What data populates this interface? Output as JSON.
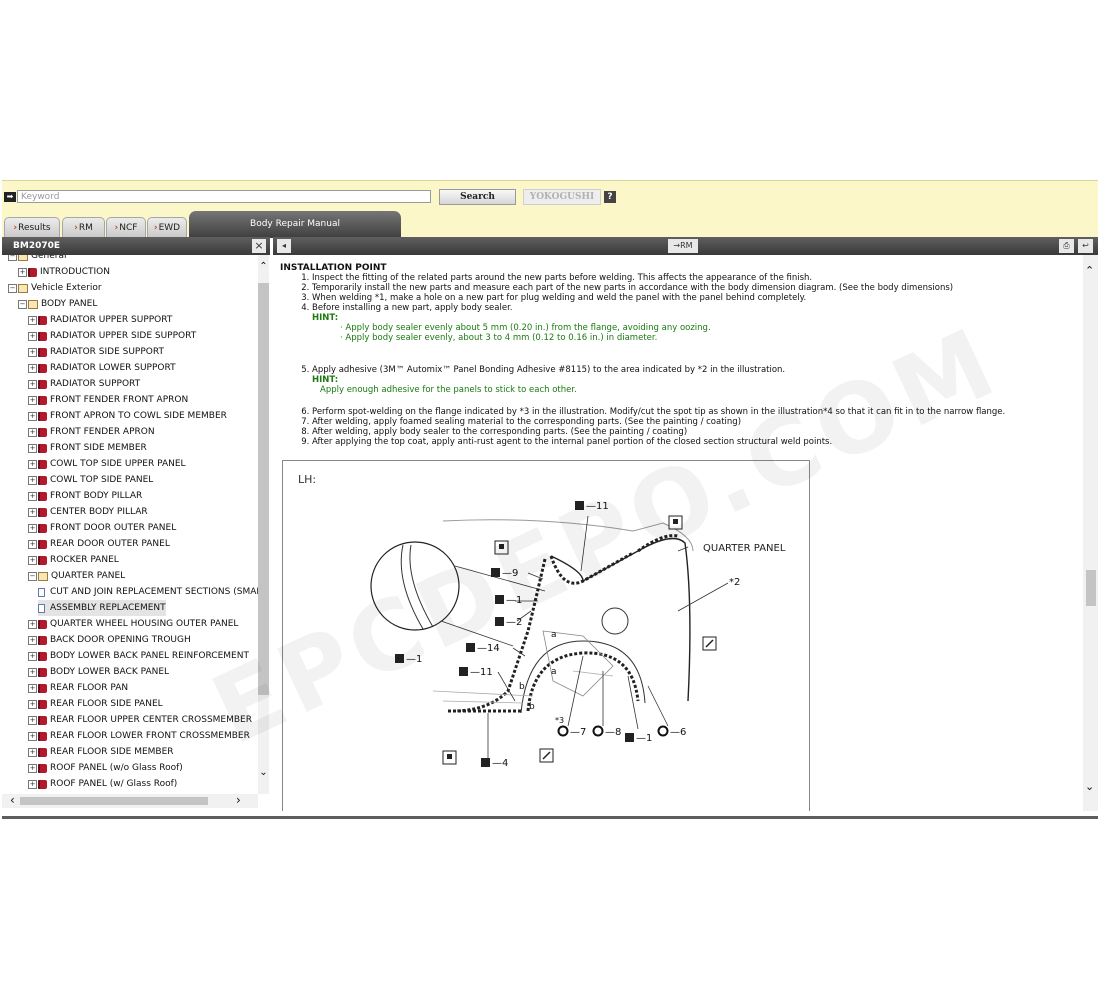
{
  "search": {
    "placeholder": "Keyword",
    "search_label": "Search",
    "yokogushi_label": "YOKOGUSHI",
    "help_label": "?"
  },
  "tabs": [
    {
      "label": "Results"
    },
    {
      "label": "RM"
    },
    {
      "label": "NCF"
    },
    {
      "label": "EWD"
    }
  ],
  "active_tab": "Body Repair Manual",
  "left_panel": {
    "doc_id": "BM2070E",
    "tree": [
      {
        "label": "General",
        "level": 0,
        "toggle": "−",
        "icon": "open-book"
      },
      {
        "label": "INTRODUCTION",
        "level": 1,
        "toggle": "+",
        "icon": "book"
      },
      {
        "label": "Vehicle Exterior",
        "level": 0,
        "toggle": "−",
        "icon": "open-book"
      },
      {
        "label": "BODY PANEL",
        "level": 1,
        "toggle": "−",
        "icon": "open-book"
      },
      {
        "label": "RADIATOR UPPER SUPPORT",
        "level": 2,
        "toggle": "+",
        "icon": "book"
      },
      {
        "label": "RADIATOR UPPER SIDE SUPPORT",
        "level": 2,
        "toggle": "+",
        "icon": "book"
      },
      {
        "label": "RADIATOR SIDE SUPPORT",
        "level": 2,
        "toggle": "+",
        "icon": "book"
      },
      {
        "label": "RADIATOR LOWER SUPPORT",
        "level": 2,
        "toggle": "+",
        "icon": "book"
      },
      {
        "label": "RADIATOR SUPPORT",
        "level": 2,
        "toggle": "+",
        "icon": "book"
      },
      {
        "label": "FRONT FENDER FRONT APRON",
        "level": 2,
        "toggle": "+",
        "icon": "book"
      },
      {
        "label": "FRONT APRON TO COWL SIDE MEMBER",
        "level": 2,
        "toggle": "+",
        "icon": "book"
      },
      {
        "label": "FRONT FENDER APRON",
        "level": 2,
        "toggle": "+",
        "icon": "book"
      },
      {
        "label": "FRONT SIDE MEMBER",
        "level": 2,
        "toggle": "+",
        "icon": "book"
      },
      {
        "label": "COWL TOP SIDE UPPER PANEL",
        "level": 2,
        "toggle": "+",
        "icon": "book"
      },
      {
        "label": "COWL TOP SIDE PANEL",
        "level": 2,
        "toggle": "+",
        "icon": "book"
      },
      {
        "label": "FRONT BODY PILLAR",
        "level": 2,
        "toggle": "+",
        "icon": "book"
      },
      {
        "label": "CENTER BODY PILLAR",
        "level": 2,
        "toggle": "+",
        "icon": "book"
      },
      {
        "label": "FRONT DOOR OUTER PANEL",
        "level": 2,
        "toggle": "+",
        "icon": "book"
      },
      {
        "label": "REAR DOOR OUTER PANEL",
        "level": 2,
        "toggle": "+",
        "icon": "book"
      },
      {
        "label": "ROCKER PANEL",
        "level": 2,
        "toggle": "+",
        "icon": "book"
      },
      {
        "label": "QUARTER PANEL",
        "level": 2,
        "toggle": "−",
        "icon": "open-book"
      },
      {
        "label": "CUT AND JOIN REPLACEMENT SECTIONS (SMALL",
        "level": 3,
        "toggle": "",
        "icon": "page"
      },
      {
        "label": "ASSEMBLY REPLACEMENT",
        "level": 3,
        "toggle": "",
        "icon": "page",
        "selected": true
      },
      {
        "label": "QUARTER WHEEL HOUSING OUTER PANEL",
        "level": 2,
        "toggle": "+",
        "icon": "book"
      },
      {
        "label": "BACK DOOR OPENING TROUGH",
        "level": 2,
        "toggle": "+",
        "icon": "book"
      },
      {
        "label": "BODY LOWER BACK PANEL REINFORCEMENT",
        "level": 2,
        "toggle": "+",
        "icon": "book"
      },
      {
        "label": "BODY LOWER BACK PANEL",
        "level": 2,
        "toggle": "+",
        "icon": "book"
      },
      {
        "label": "REAR FLOOR PAN",
        "level": 2,
        "toggle": "+",
        "icon": "book"
      },
      {
        "label": "REAR FLOOR SIDE PANEL",
        "level": 2,
        "toggle": "+",
        "icon": "book"
      },
      {
        "label": "REAR FLOOR UPPER CENTER CROSSMEMBER",
        "level": 2,
        "toggle": "+",
        "icon": "book"
      },
      {
        "label": "REAR FLOOR LOWER FRONT CROSSMEMBER",
        "level": 2,
        "toggle": "+",
        "icon": "book"
      },
      {
        "label": "REAR FLOOR SIDE MEMBER",
        "level": 2,
        "toggle": "+",
        "icon": "book"
      },
      {
        "label": "ROOF PANEL (w/o Glass Roof)",
        "level": 2,
        "toggle": "+",
        "icon": "book"
      },
      {
        "label": "ROOF PANEL (w/ Glass Roof)",
        "level": 2,
        "toggle": "+",
        "icon": "book"
      }
    ]
  },
  "right_panel": {
    "rm_label": "→RM"
  },
  "content": {
    "heading": "INSTALLATION POINT",
    "steps_a": [
      "Inspect the fitting of the related parts around the new parts before welding. This affects the appearance of the finish.",
      "Temporarily install the new parts and measure each part of the new parts in accordance with the body dimension diagram. (See the body dimensions)",
      "When welding *1, make a hole on a new part for plug welding and weld the panel with the panel behind completely.",
      "Before installing a new part, apply body sealer."
    ],
    "hint_label": "HINT:",
    "hint_items_a": [
      "Apply body sealer evenly about 5 mm (0.20 in.) from the flange, avoiding any oozing.",
      "Apply body sealer evenly, about 3 to 4 mm (0.12 to 0.16 in.) in diameter."
    ],
    "step5": "Apply adhesive (3M™ Automix™ Panel Bonding Adhesive #8115) to the area indicated by *2 in the illustration.",
    "hint_b": "Apply enough adhesive for the panels to stick to each other.",
    "steps_b": [
      "Perform spot-welding on the flange indicated by *3 in the illustration. Modify/cut the spot tip as shown in the illustration*4 so that it can fit in to the narrow flange.",
      "After welding, apply foamed sealing material to the corresponding parts. (See the painting / coating)",
      "After welding, apply body sealer to the corresponding parts. (See the painting / coating)",
      "After applying the top coat, apply anti-rust agent to the internal panel portion of the closed section structural weld points."
    ],
    "illustration": {
      "side_label": "LH:",
      "part_label": "QUARTER PANEL",
      "callouts": [
        "—11",
        "—9",
        "—1",
        "—2",
        "—1",
        "—14",
        "—11",
        "—4",
        "—7",
        "—8",
        "—1",
        "—6",
        "*2",
        "*3",
        "a",
        "a",
        "b",
        "b"
      ]
    }
  },
  "watermark": "EPCDEPO.COM",
  "colors": {
    "toolbar_bg": "#fbf7c8",
    "bar_dark": "#393939",
    "hint_green": "#1a7a10",
    "tab_arrow": "#d83a2a"
  }
}
